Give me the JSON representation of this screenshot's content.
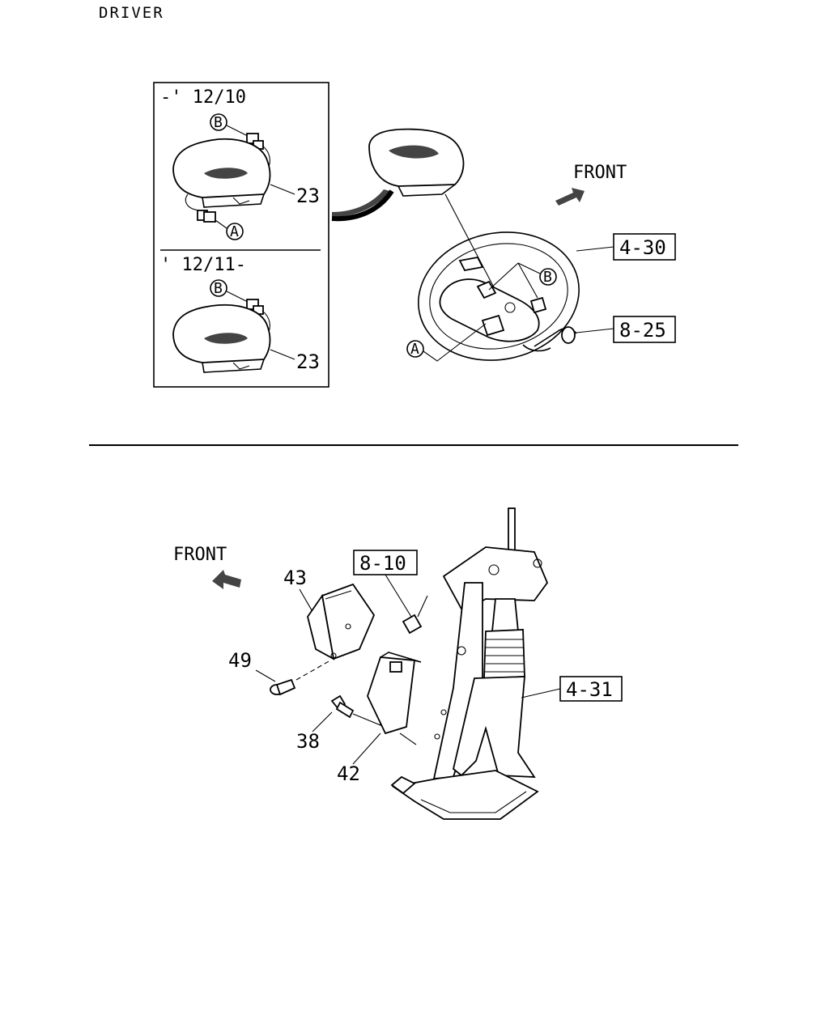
{
  "header": {
    "title": "DRIVER"
  },
  "top_section": {
    "inset": {
      "variant_early": {
        "label": "-' 12/10",
        "part_number": "23",
        "connector_b": "B",
        "connector_a": "A"
      },
      "variant_late": {
        "label": "' 12/11-",
        "part_number": "23",
        "connector_b": "B"
      }
    },
    "front_label": "FRONT",
    "wheel_connector_b": "B",
    "wheel_connector_a": "A",
    "refs": [
      "4-30",
      "8-25"
    ]
  },
  "bottom_section": {
    "front_label": "FRONT",
    "refs": [
      "8-10",
      "4-31"
    ],
    "parts": [
      "43",
      "49",
      "38",
      "42"
    ]
  }
}
